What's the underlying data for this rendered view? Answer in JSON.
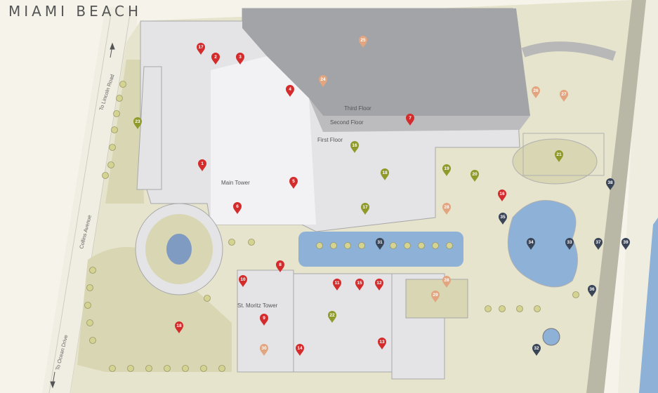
{
  "title": "MIAMI BEACH",
  "labels": {
    "third_floor": "Third Floor",
    "second_floor": "Second Floor",
    "first_floor": "First Floor",
    "main_tower": "Main Tower",
    "st_moritz": "St. Moritz Tower",
    "to_lincoln": "To Lincoln Road",
    "collins": "Collins Avenue",
    "to_ocean": "To Ocean Drive"
  },
  "colors": {
    "red": "#d42c2c",
    "olive": "#8f9a2a",
    "peach": "#e2a57f",
    "navy": "#3a4558",
    "land": "#e6e4cc",
    "building": "#e4e4e6",
    "roof": "#a3a4a8",
    "water": "#8eb1d8",
    "shrub": "#d4d391"
  },
  "pins": [
    {
      "n": "1",
      "c": "red"
    },
    {
      "n": "2",
      "c": "red"
    },
    {
      "n": "3",
      "c": "red"
    },
    {
      "n": "4",
      "c": "red"
    },
    {
      "n": "5",
      "c": "red"
    },
    {
      "n": "6",
      "c": "red"
    },
    {
      "n": "7",
      "c": "red"
    },
    {
      "n": "8",
      "c": "red"
    },
    {
      "n": "9",
      "c": "red"
    },
    {
      "n": "10",
      "c": "red"
    },
    {
      "n": "11",
      "c": "red"
    },
    {
      "n": "12",
      "c": "red"
    },
    {
      "n": "13",
      "c": "red"
    },
    {
      "n": "14",
      "c": "red"
    },
    {
      "n": "15",
      "c": "red"
    },
    {
      "n": "16",
      "c": "red"
    },
    {
      "n": "17",
      "c": "red"
    },
    {
      "n": "18",
      "c": "red"
    },
    {
      "n": "16",
      "c": "olive"
    },
    {
      "n": "17",
      "c": "olive"
    },
    {
      "n": "18",
      "c": "olive"
    },
    {
      "n": "19",
      "c": "olive"
    },
    {
      "n": "20",
      "c": "olive"
    },
    {
      "n": "21",
      "c": "olive"
    },
    {
      "n": "22",
      "c": "olive"
    },
    {
      "n": "23",
      "c": "olive"
    },
    {
      "n": "24",
      "c": "peach"
    },
    {
      "n": "25",
      "c": "peach"
    },
    {
      "n": "26",
      "c": "peach"
    },
    {
      "n": "27",
      "c": "peach"
    },
    {
      "n": "28",
      "c": "peach"
    },
    {
      "n": "28",
      "c": "peach"
    },
    {
      "n": "29",
      "c": "peach"
    },
    {
      "n": "30",
      "c": "peach"
    },
    {
      "n": "31",
      "c": "navy"
    },
    {
      "n": "32",
      "c": "navy"
    },
    {
      "n": "33",
      "c": "navy"
    },
    {
      "n": "34",
      "c": "navy"
    },
    {
      "n": "35",
      "c": "navy"
    },
    {
      "n": "36",
      "c": "navy"
    },
    {
      "n": "37",
      "c": "navy"
    },
    {
      "n": "38",
      "c": "navy"
    },
    {
      "n": "39",
      "c": "navy"
    }
  ]
}
